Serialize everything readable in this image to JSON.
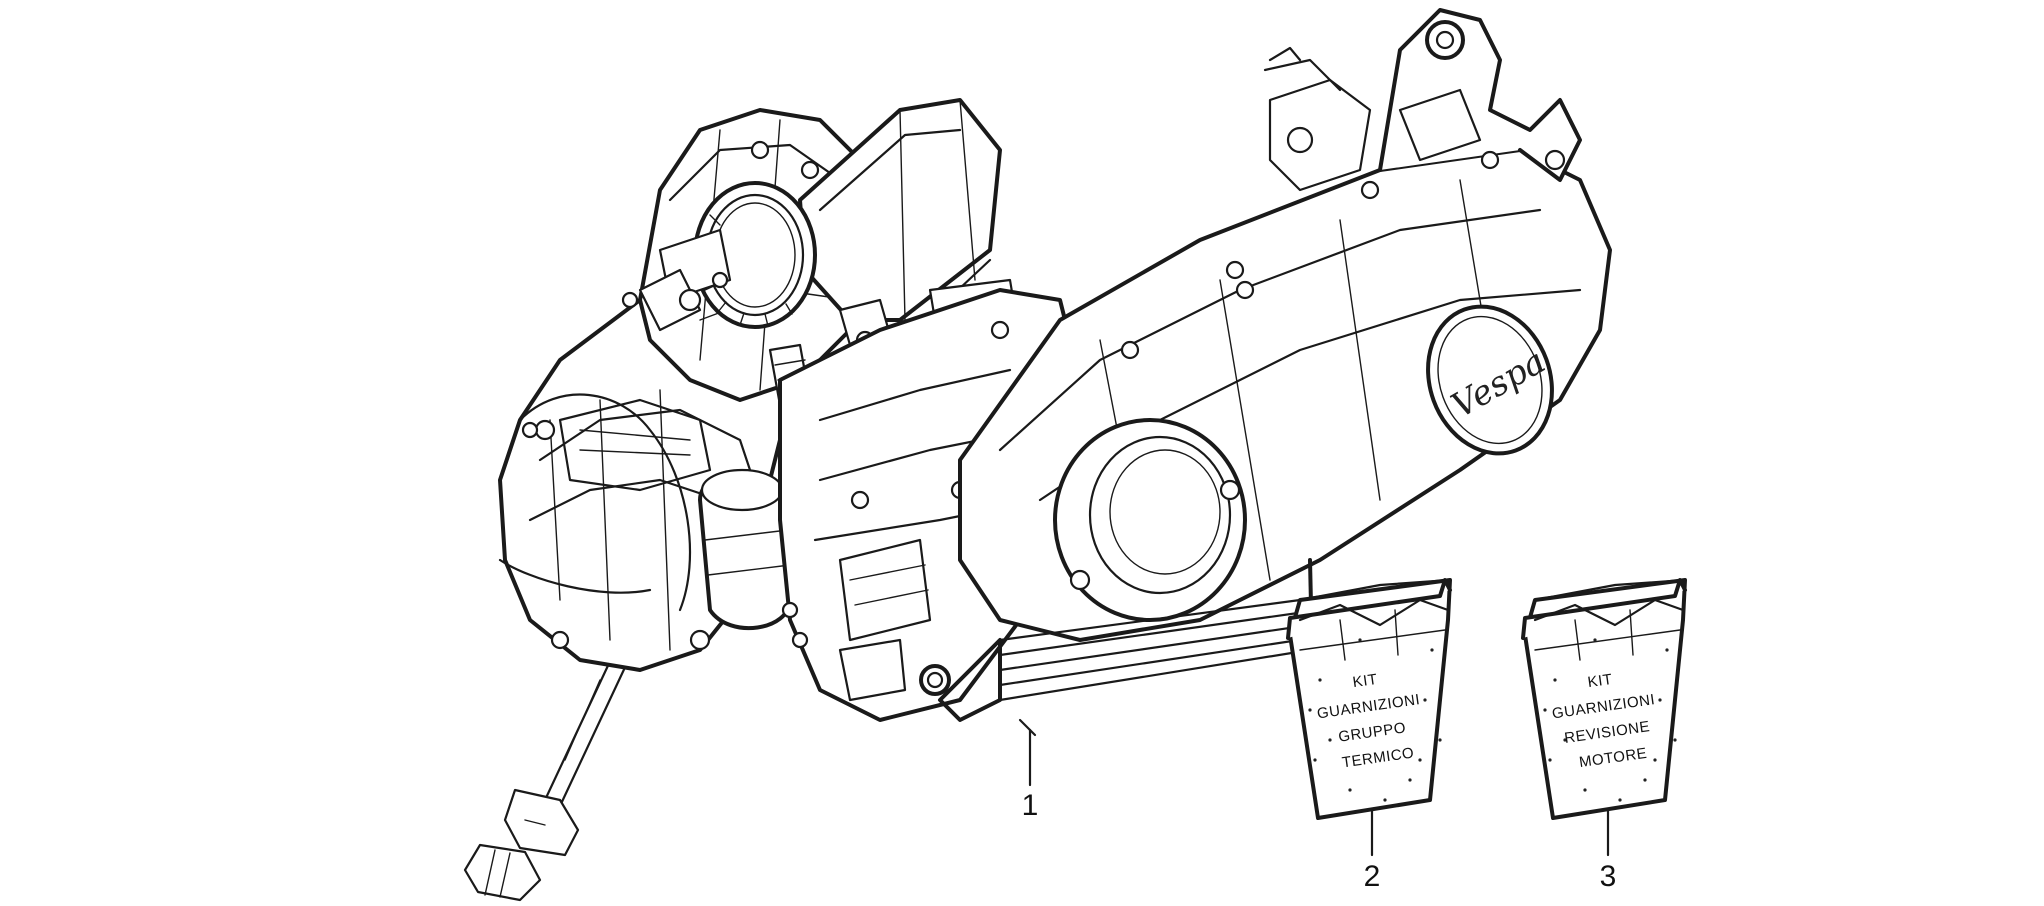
{
  "diagram": {
    "brand_logo_text": "Vespa",
    "parts": [
      {
        "number": "1",
        "label": ""
      },
      {
        "number": "2",
        "label": "KIT GUARNIZIONI GRUPPO TERMICO",
        "lines": [
          "KIT",
          "GUARNIZIONI",
          "GRUPPO",
          "TERMICO"
        ]
      },
      {
        "number": "3",
        "label": "KIT GUARNIZIONI REVISIONE MOTORE",
        "lines": [
          "KIT",
          "GUARNIZIONI",
          "REVISIONE",
          "MOTORE"
        ]
      }
    ]
  }
}
